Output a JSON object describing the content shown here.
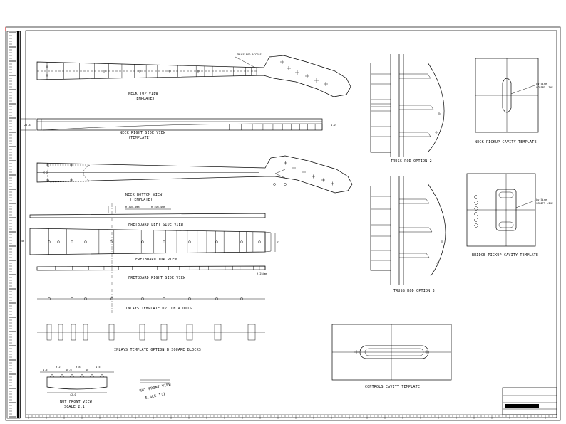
{
  "drawing": {
    "labels": {
      "neck_top": [
        "NECK TOP VIEW",
        "(TEMPLATE)"
      ],
      "neck_right_side": [
        "NECK RIGHT SIDE VIEW",
        "(TEMPLATE)"
      ],
      "neck_bottom": [
        "NECK BOTTOM VIEW",
        "(TEMPLATE)"
      ],
      "fretboard_left": "FRETBOARD LEFT SIDE VIEW",
      "fretboard_top": "FRETBOARD TOP VIEW",
      "fretboard_right": "FRETBOARD RIGHT SIDE VIEW",
      "inlay_opt_a": "INLAYS TEMPLATE OPTION A DOTS",
      "inlay_opt_b": "INLAYS TEMPLATE OPTION B SQUARE BLOCKS",
      "nut_front": [
        "NUT FRONT VIEW",
        "SCALE 2:1"
      ],
      "nut_front_2": [
        "NUT FRONT VIEW",
        "SCALE 1:1"
      ],
      "truss_opt2": "TRUSS ROD OPTION 2",
      "truss_opt3": "TRUSS ROD OPTION 3",
      "neck_pickup": "NECK PICKUP CAVITY TEMPLATE",
      "bridge_pickup": "BRIDGE PICKUP CAVITY TEMPLATE",
      "controls": "CONTROLS CAVITY TEMPLATE"
    },
    "title_block": {
      "line1": "",
      "line2": "",
      "line3": "",
      "website": ""
    }
  }
}
